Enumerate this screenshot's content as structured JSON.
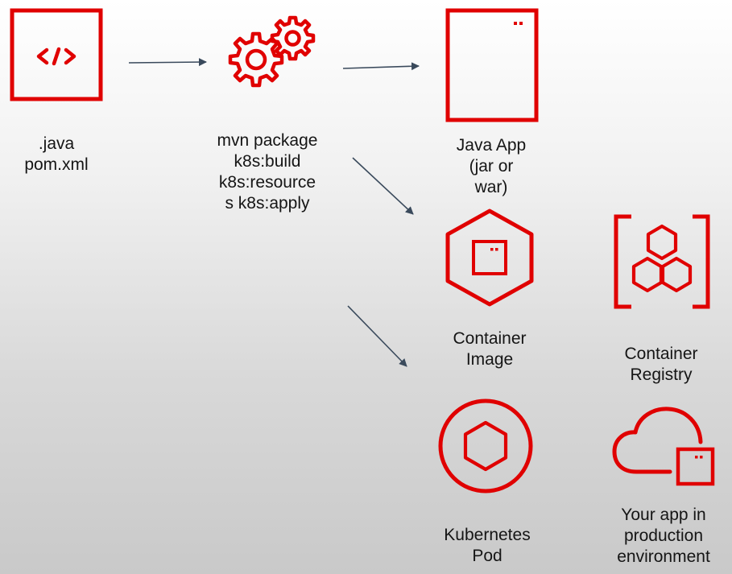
{
  "colors": {
    "accent": "#e00000",
    "arrow": "#3a4a5c",
    "text": "#151515"
  },
  "nodes": {
    "source": {
      "icon": "code-file-icon",
      "label": ".java\npom.xml"
    },
    "build": {
      "icon": "gears-icon",
      "label": "mvn package\nk8s:build\nk8s:resource\ns k8s:apply"
    },
    "app": {
      "icon": "application-window-icon",
      "label": "Java App\n(jar or\nwar)"
    },
    "image": {
      "icon": "container-image-icon",
      "label": "Container\nImage"
    },
    "registry": {
      "icon": "container-registry-icon",
      "label": "Container\nRegistry"
    },
    "pod": {
      "icon": "kubernetes-pod-icon",
      "label": "Kubernetes\nPod"
    },
    "production": {
      "icon": "cloud-app-icon",
      "label": "Your app in\nproduction\nenvironment"
    }
  },
  "edges": [
    {
      "from": "source",
      "to": "build"
    },
    {
      "from": "build",
      "to": "app"
    },
    {
      "from": "build",
      "to": "image"
    },
    {
      "from": "build",
      "to": "pod"
    }
  ]
}
